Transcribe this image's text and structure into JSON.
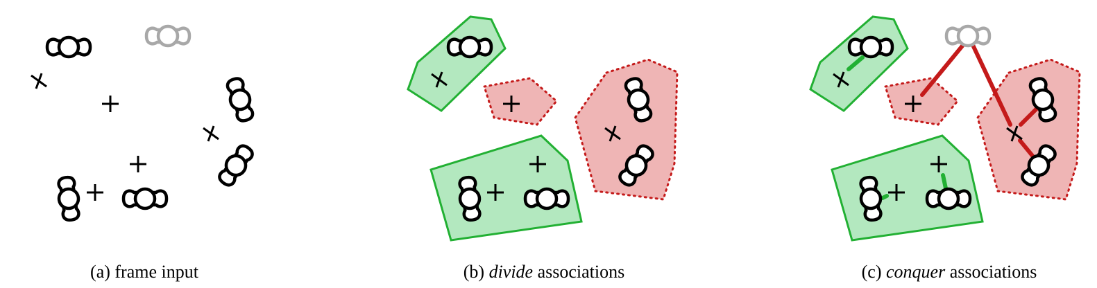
{
  "captions": {
    "a": {
      "prefix": "(a) frame input",
      "em": "",
      "suffix": ""
    },
    "b": {
      "prefix": "(b) ",
      "em": "divide",
      "suffix": " associations"
    },
    "c": {
      "prefix": "(c) ",
      "em": "conquer",
      "suffix": " associations"
    }
  },
  "colors": {
    "green_fill": "#b3e8bf",
    "green_stroke": "#22b033",
    "red_fill": "#efb5b5",
    "red_stroke": "#c41a1a",
    "gray_person": "#a8a8a8",
    "ink": "#000000"
  },
  "icons": [
    "person-icon",
    "detection-cross-icon"
  ]
}
